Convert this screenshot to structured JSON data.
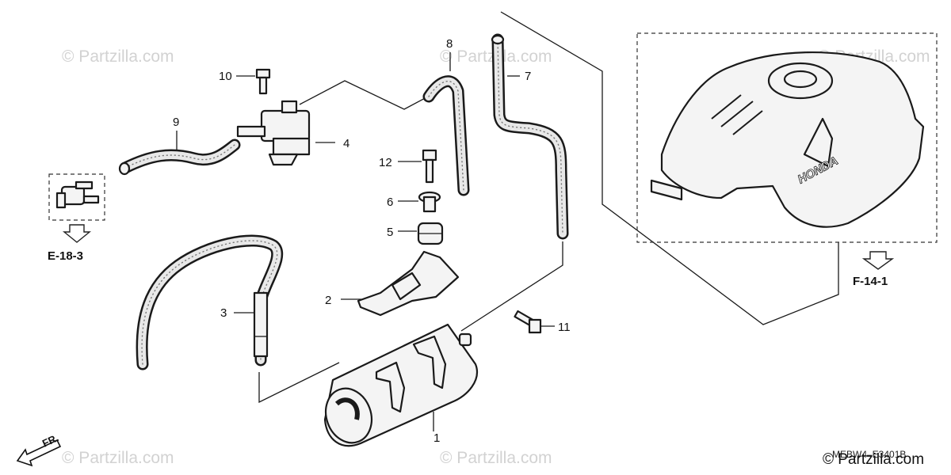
{
  "watermark": "© Partzilla.com",
  "footer": {
    "diagram_code": "MEBW4–E3401B",
    "copyright": "© Partzilla.com"
  },
  "direction": "FR.",
  "brand_on_tank": "HONDA",
  "callouts": {
    "c1": "1",
    "c2": "2",
    "c3": "3",
    "c4": "4",
    "c5": "5",
    "c6": "6",
    "c7": "7",
    "c8": "8",
    "c9": "9",
    "c10": "10",
    "c11": "11",
    "c12": "12"
  },
  "references": {
    "left": "E-18-3",
    "right": "F-14-1"
  }
}
